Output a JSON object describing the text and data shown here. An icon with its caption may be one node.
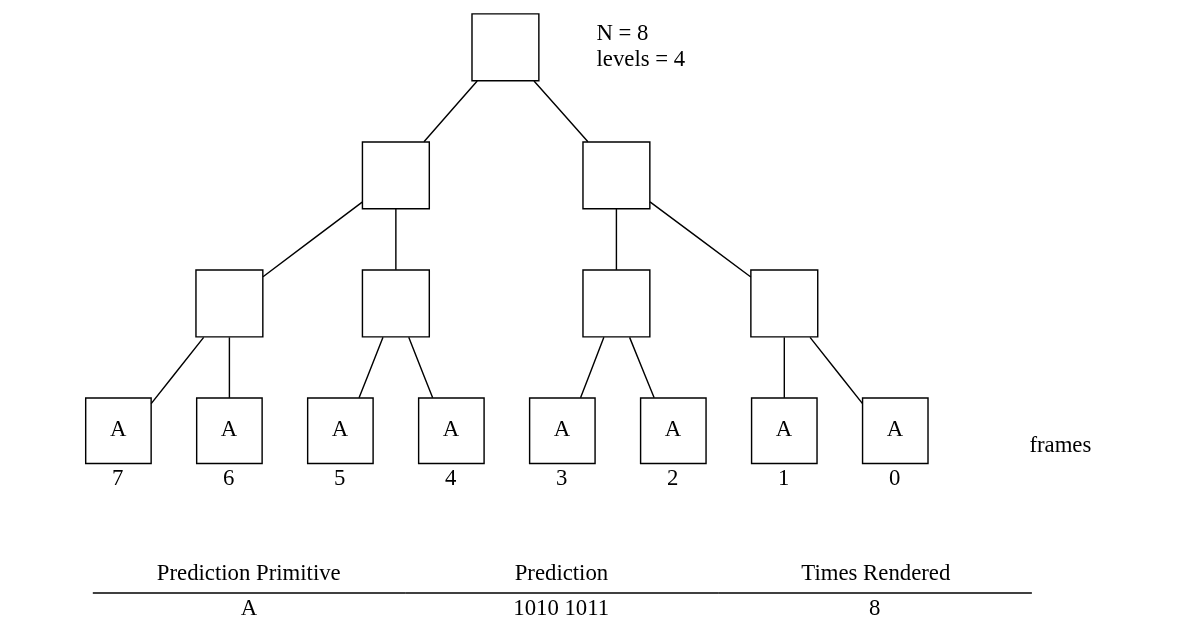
{
  "diagram": {
    "nodes": [
      {
        "text": [],
        "shape": "box"
      },
      {
        "text": [],
        "shape": "box"
      },
      {
        "text": [],
        "shape": "box"
      },
      {
        "text": [],
        "shape": "box"
      },
      {
        "text": [],
        "shape": "box"
      },
      {
        "text": [],
        "shape": "box"
      },
      {
        "text": [],
        "shape": "box"
      },
      {
        "text": [
          "A"
        ],
        "beside": [
          "7"
        ]
      },
      {
        "text": [
          "A"
        ],
        "beside": [
          "6"
        ]
      },
      {
        "text": [
          "A"
        ],
        "beside": [
          "5"
        ]
      },
      {
        "text": [
          "A"
        ],
        "beside": [
          "4"
        ]
      },
      {
        "text": [
          "A"
        ],
        "beside": [
          "3"
        ]
      },
      {
        "text": [
          "A"
        ],
        "beside": [
          "2"
        ]
      },
      {
        "text": [
          "A"
        ],
        "beside": [
          "1"
        ]
      },
      {
        "text": [
          "A"
        ],
        "beside": [
          "0"
        ]
      }
    ],
    "edges": [
      {
        "from": 0,
        "to": 1,
        "arrow": "none"
      },
      {
        "from": 0,
        "to": 2,
        "arrow": "none"
      },
      {
        "from": 1,
        "to": 3,
        "arrow": "none"
      },
      {
        "from": 1,
        "to": 4,
        "arrow": "none"
      },
      {
        "from": 2,
        "to": 5,
        "arrow": "none"
      },
      {
        "from": 2,
        "to": 6,
        "arrow": "none"
      },
      {
        "from": 3,
        "to": 7,
        "arrow": "none"
      },
      {
        "from": 3,
        "to": 8,
        "arrow": "none"
      },
      {
        "from": 4,
        "to": 9,
        "arrow": "none"
      },
      {
        "from": 4,
        "to": 10,
        "arrow": "none"
      },
      {
        "from": 5,
        "to": 11,
        "arrow": "none"
      },
      {
        "from": 5,
        "to": 12,
        "arrow": "none"
      },
      {
        "from": 6,
        "to": 13,
        "arrow": "none"
      },
      {
        "from": 6,
        "to": 14,
        "arrow": "none"
      }
    ],
    "labels": [
      "N = 8",
      "levels = 4",
      "frames",
      "Prediction Primitive",
      "Prediction",
      "Times Rendered",
      "A",
      "1010 1011",
      "8"
    ]
  }
}
